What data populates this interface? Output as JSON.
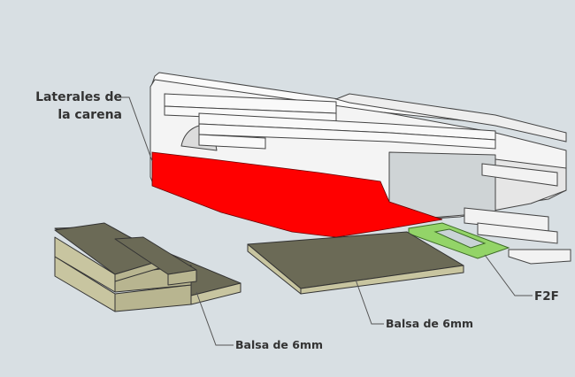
{
  "labels": {
    "laterales_line1": "Laterales de",
    "laterales_line2": "la carena",
    "balsa_left": "Balsa de 6mm",
    "balsa_right": "Balsa de 6mm",
    "f2f": "F2F"
  },
  "colors": {
    "background": "#d8dfe3",
    "carena_red": "#ff0000",
    "balsa_top": "#6b6a56",
    "balsa_side": "#c8c5a0",
    "f2f_part": "#93d468",
    "frame_white": "#f7f7f7",
    "leader_line": "#555555",
    "label_text": "#333333"
  }
}
